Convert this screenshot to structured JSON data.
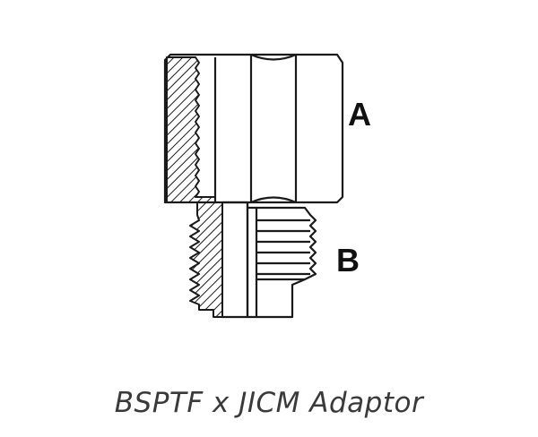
{
  "diagram": {
    "labels": {
      "a": "A",
      "b": "B"
    },
    "caption": "BSPTF x JICM Adaptor",
    "colors": {
      "line": "#1a1a1a",
      "hatch": "#1a1a1a",
      "background": "#ffffff",
      "caption": "#3a3a3a"
    }
  }
}
